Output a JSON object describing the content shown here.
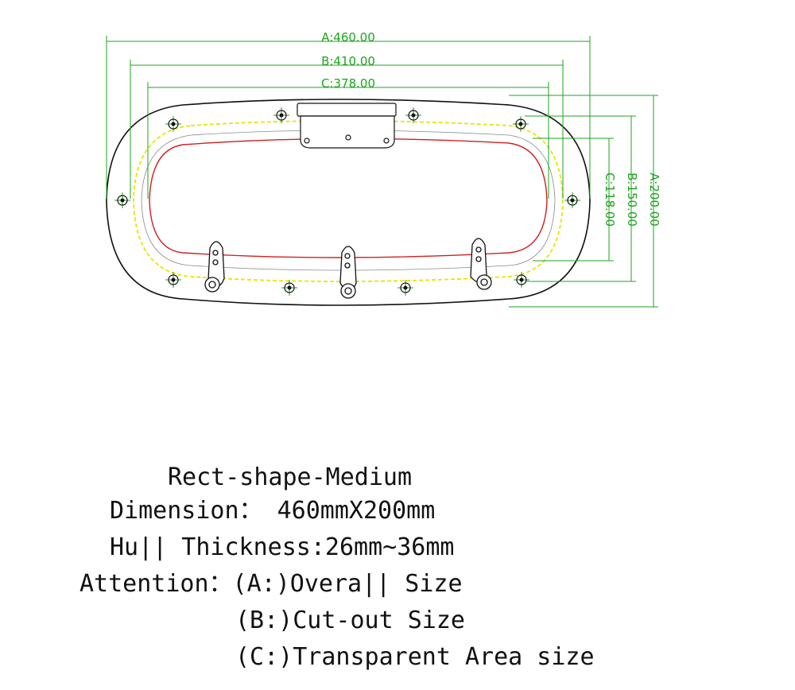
{
  "dimensions": {
    "a_width": "A:460.00",
    "b_width": "B:410.00",
    "c_width": "C:378.00",
    "c_height": "C:118.00",
    "b_height": "B:150.00",
    "a_height": "A:200.00"
  },
  "colors": {
    "outline": "#111111",
    "dimension": "#1fa31f",
    "cutout": "#e6e600",
    "transparent_area": "#d02020"
  },
  "specs": {
    "title": "Rect-shape-Medium",
    "dimension": "Dimension： 460mmX200mm",
    "hull": "Hu|| Thickness:26mm~36mm",
    "attention_a": "Attention：(A:)Overa|| Size",
    "attention_b": "(B:)Cut-out Size",
    "attention_c": "(C:)Transparent Area size"
  }
}
